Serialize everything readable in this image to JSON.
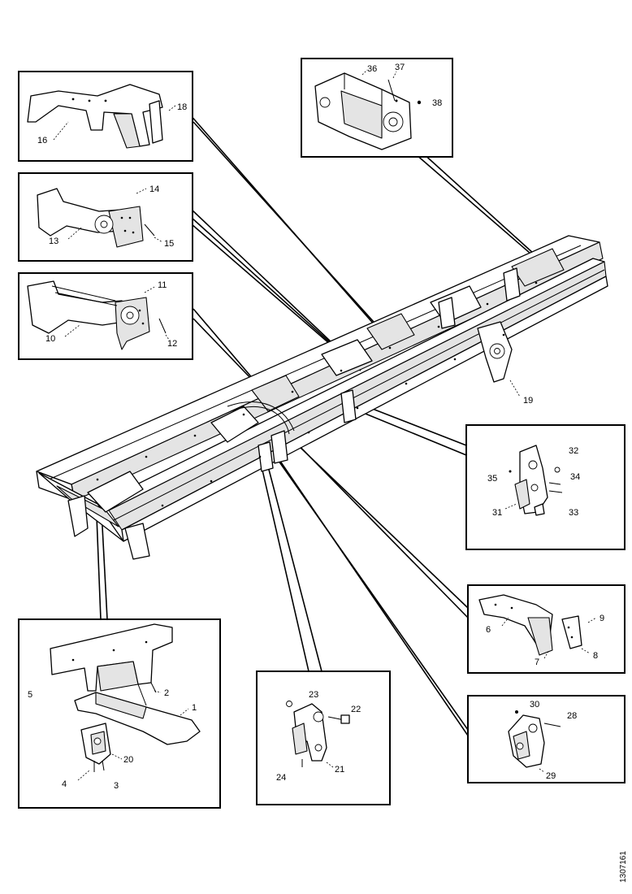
{
  "drawing_ref": "1307161",
  "callouts": {
    "c1": "1",
    "c2": "2",
    "c3": "3",
    "c4": "4",
    "c5": "5",
    "c6": "6",
    "c7": "7",
    "c8": "8",
    "c9": "9",
    "c10": "10",
    "c11": "11",
    "c12": "12",
    "c13": "13",
    "c14": "14",
    "c15": "15",
    "c16": "16",
    "c18": "18",
    "c19": "19",
    "c20": "20",
    "c21": "21",
    "c22": "22",
    "c23": "23",
    "c24": "24",
    "c28": "28",
    "c29": "29",
    "c30": "30",
    "c31": "31",
    "c32": "32",
    "c33": "33",
    "c34": "34",
    "c35": "35",
    "c36": "36",
    "c37": "37",
    "c38": "38"
  }
}
